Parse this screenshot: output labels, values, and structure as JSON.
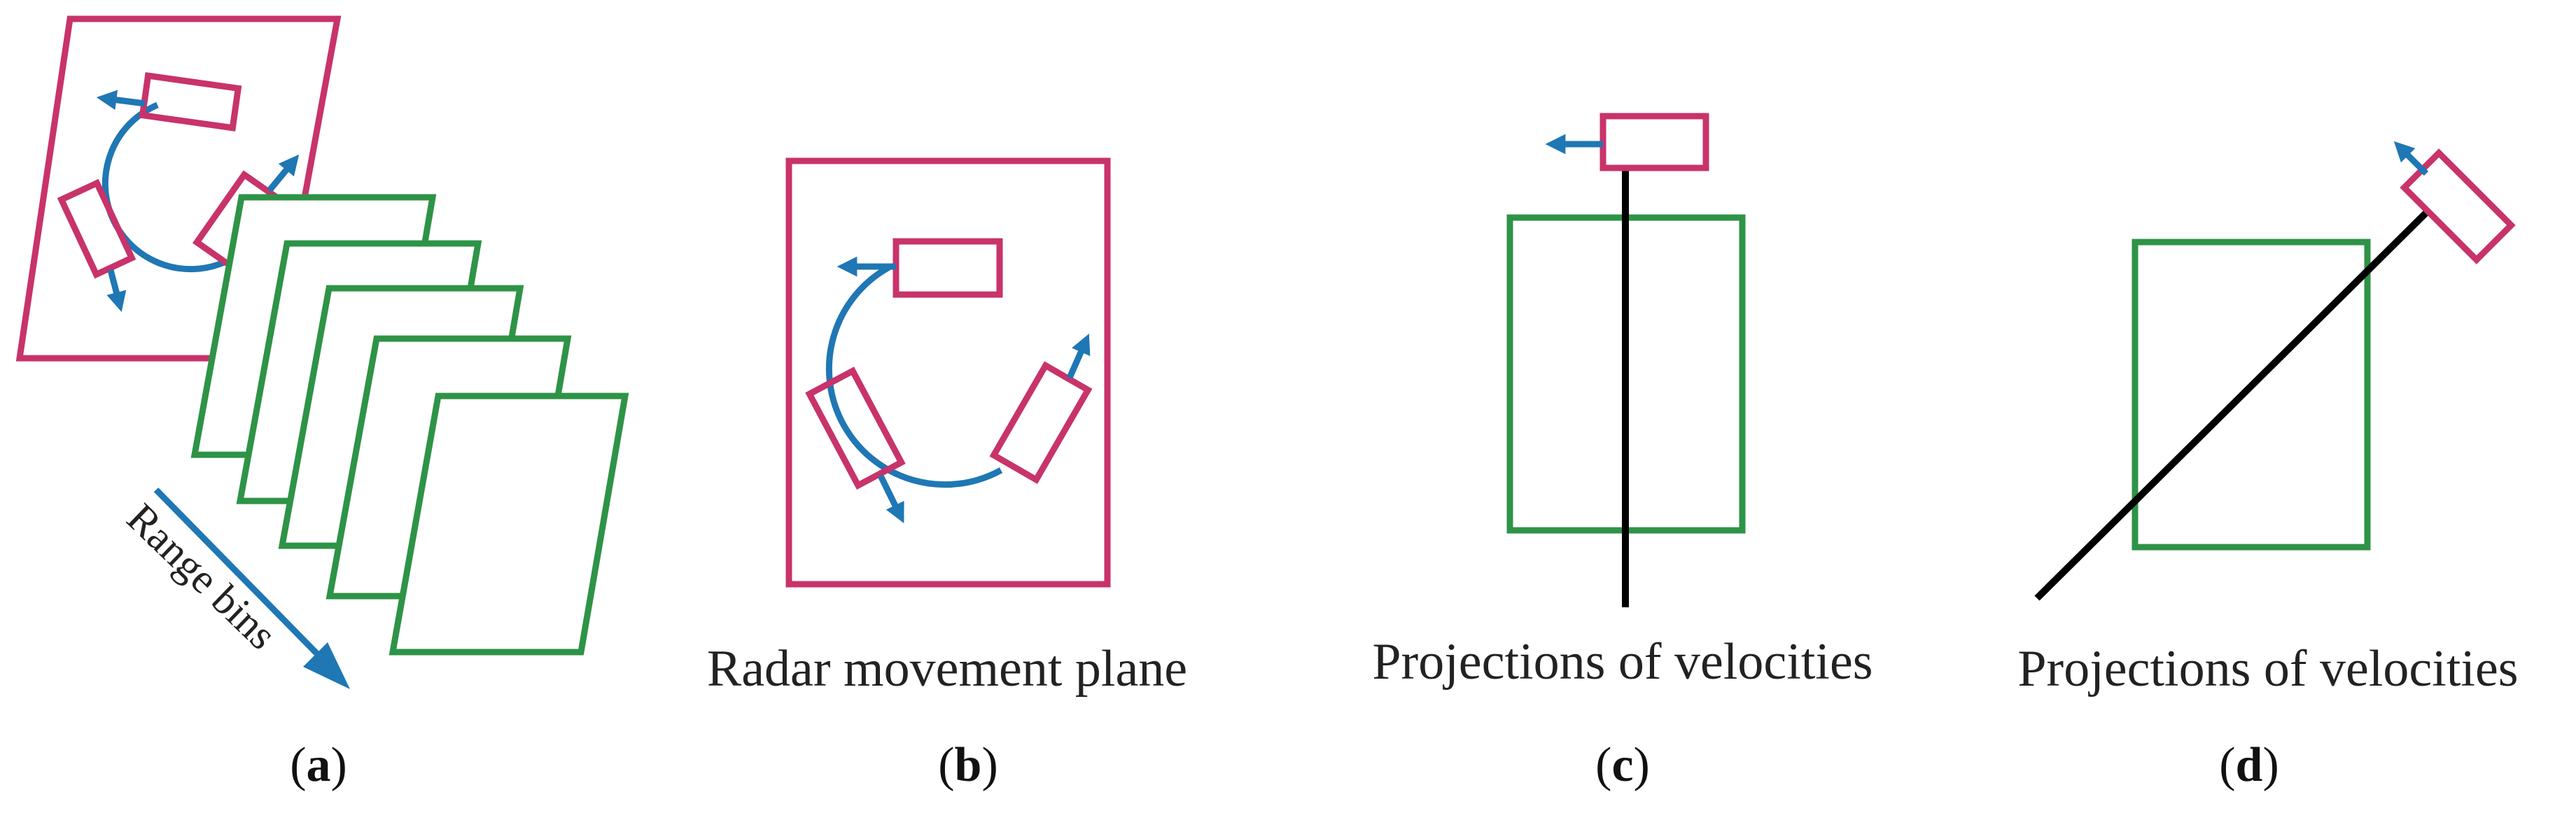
{
  "panels": {
    "a": {
      "letter": "a",
      "axis_label": "Range bins"
    },
    "b": {
      "letter": "b",
      "caption": "Radar movement plane"
    },
    "c": {
      "letter": "c",
      "caption": "Projections of velocities"
    },
    "d": {
      "letter": "d",
      "caption": "Projections of velocities"
    }
  },
  "colors": {
    "radar_plane": "#c8336a",
    "range_bin_plane": "#2e9347",
    "motion": "#1f77b4",
    "projection_line": "#000000"
  }
}
